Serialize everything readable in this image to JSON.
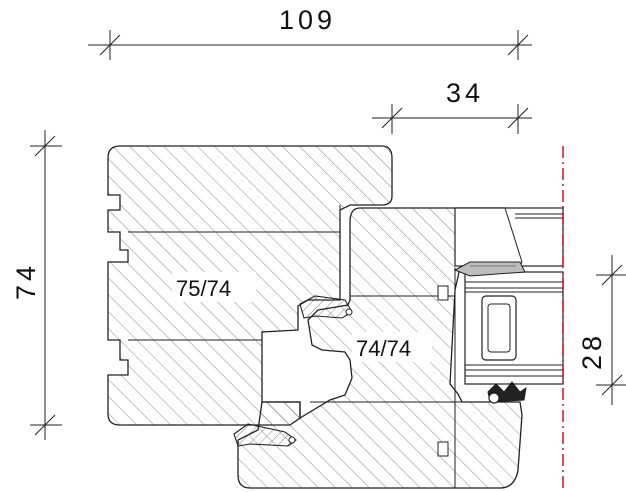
{
  "dimensions": {
    "overall_width": "109",
    "inner_width": "34",
    "height": "74",
    "glass_width": "28"
  },
  "labels": {
    "frame_profile": "75/74",
    "sash_profile": "74/74"
  },
  "colors": {
    "line": "#222222",
    "centerline": "#d0021b",
    "gasket": "#9a9a9a"
  }
}
